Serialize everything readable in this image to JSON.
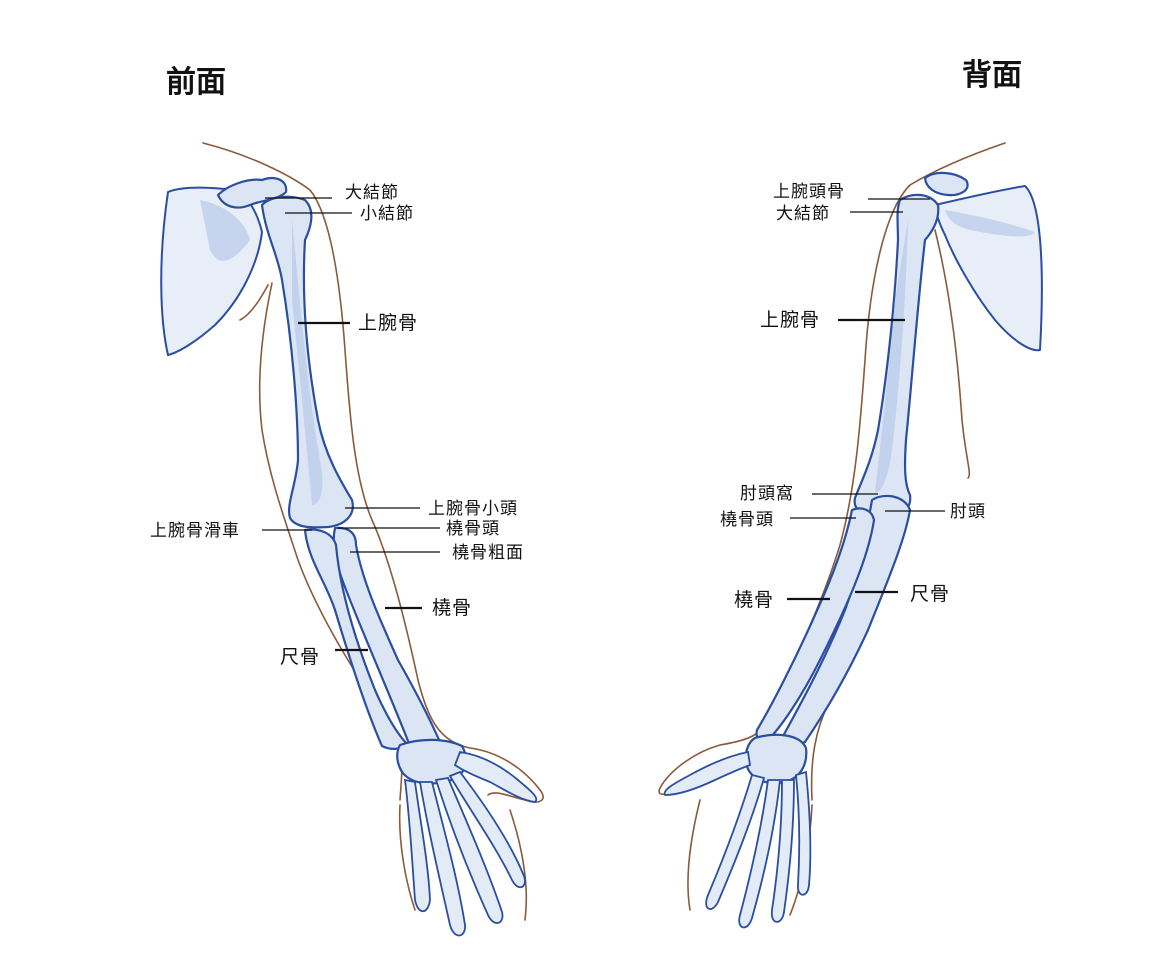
{
  "views": {
    "front": {
      "title": "前面",
      "labels": {
        "greater_tubercle": "大結節",
        "lesser_tubercle": "小結節",
        "humerus": "上腕骨",
        "capitulum": "上腕骨小頭",
        "trochlea": "上腕骨滑車",
        "radial_head": "橈骨頭",
        "radial_tuberosity": "橈骨粗面",
        "radius": "橈骨",
        "ulna": "尺骨"
      }
    },
    "back": {
      "title": "背面",
      "labels": {
        "humeral_head": "上腕頭骨",
        "greater_tubercle": "大結節",
        "humerus": "上腕骨",
        "olecranon_fossa": "肘頭窩",
        "radial_head": "橈骨頭",
        "olecranon": "肘頭",
        "radius": "橈骨",
        "ulna": "尺骨"
      }
    }
  },
  "colors": {
    "bone_outline": "#2a4fa0",
    "bone_fill": "#dbe5f4",
    "skin_outline": "#8a5a3a",
    "text": "#111111"
  }
}
